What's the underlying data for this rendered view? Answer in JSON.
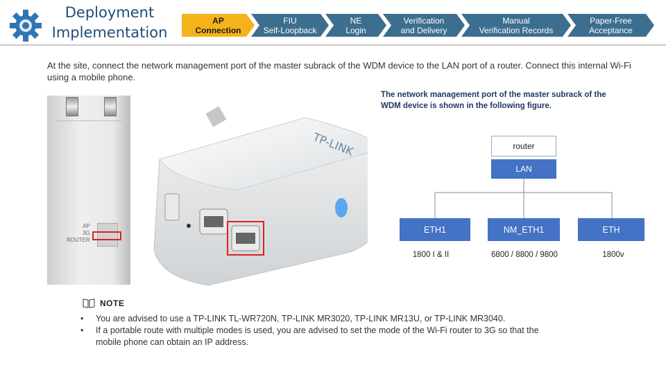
{
  "header": {
    "title_line1": "Deployment",
    "title_line2": "Implementation"
  },
  "steps": [
    {
      "line1": "AP",
      "line2": "Connection"
    },
    {
      "line1": "FIU",
      "line2": "Self-Loopback"
    },
    {
      "line1": "NE",
      "line2": "Login"
    },
    {
      "line1": "Verification",
      "line2": "and Delivery"
    },
    {
      "line1": "Manual",
      "line2": "Verification Records"
    },
    {
      "line1": "Paper-Free",
      "line2": "Acceptance"
    }
  ],
  "intro": "At the site, connect the network management port of the master subrack of the WDM device to the LAN port of a router. Connect this internal Wi-Fi using a mobile phone.",
  "caption": "The network management port of the master subrack of the WDM device is shown in the following figure.",
  "device": {
    "switch_labels": [
      "AP",
      "3G",
      "ROUTER"
    ]
  },
  "router": {
    "brand": "TP-LINK"
  },
  "topology": {
    "router_label": "router",
    "lan_label": "LAN",
    "ports": [
      {
        "name": "ETH1",
        "models": "1800 I & II"
      },
      {
        "name": "NM_ETH1",
        "models": "6800 / 8800 / 9800"
      },
      {
        "name": "ETH",
        "models": "1800v"
      }
    ]
  },
  "note": {
    "label": "NOTE",
    "items": [
      "You are advised to use a TP-LINK TL-WR720N, TP-LINK MR3020, TP-LINK MR13U, or TP-LINK MR3040.",
      "If a portable route with multiple modes is used, you are advised to set the mode of the Wi-Fi router to 3G so that the mobile phone can obtain an IP address."
    ]
  },
  "colors": {
    "active_step": "#f5b21b",
    "inactive_step": "#3c6e8f",
    "diagram_blue": "#4472c4",
    "highlight_red": "#e0201f",
    "title_blue": "#1f4e79"
  }
}
